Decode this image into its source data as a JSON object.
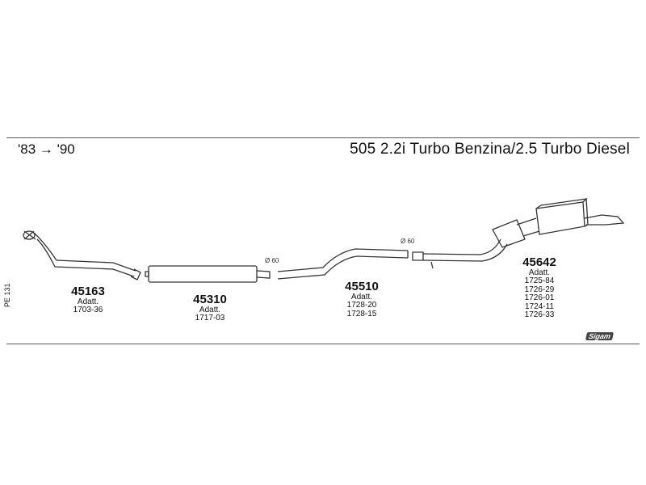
{
  "header": {
    "years": "'83 → '90",
    "title": "505 2.2i Turbo Benzina/2.5 Turbo Diesel"
  },
  "side_code": "PE 131",
  "diameter_labels": [
    "Ø 60",
    "Ø 60"
  ],
  "parts": [
    {
      "number": "45163",
      "adatt_label": "Adatt.",
      "codes": [
        "1703-36"
      ]
    },
    {
      "number": "45310",
      "adatt_label": "Adatt.",
      "codes": [
        "1717-03"
      ]
    },
    {
      "number": "45510",
      "adatt_label": "Adatt.",
      "codes": [
        "1728-20",
        "1728-15"
      ]
    },
    {
      "number": "45642",
      "adatt_label": "Adatt.",
      "codes": [
        "1725-84",
        "1726-29",
        "1726-01",
        "1724-11",
        "1726-33"
      ]
    }
  ],
  "logo_text": "Sigam"
}
